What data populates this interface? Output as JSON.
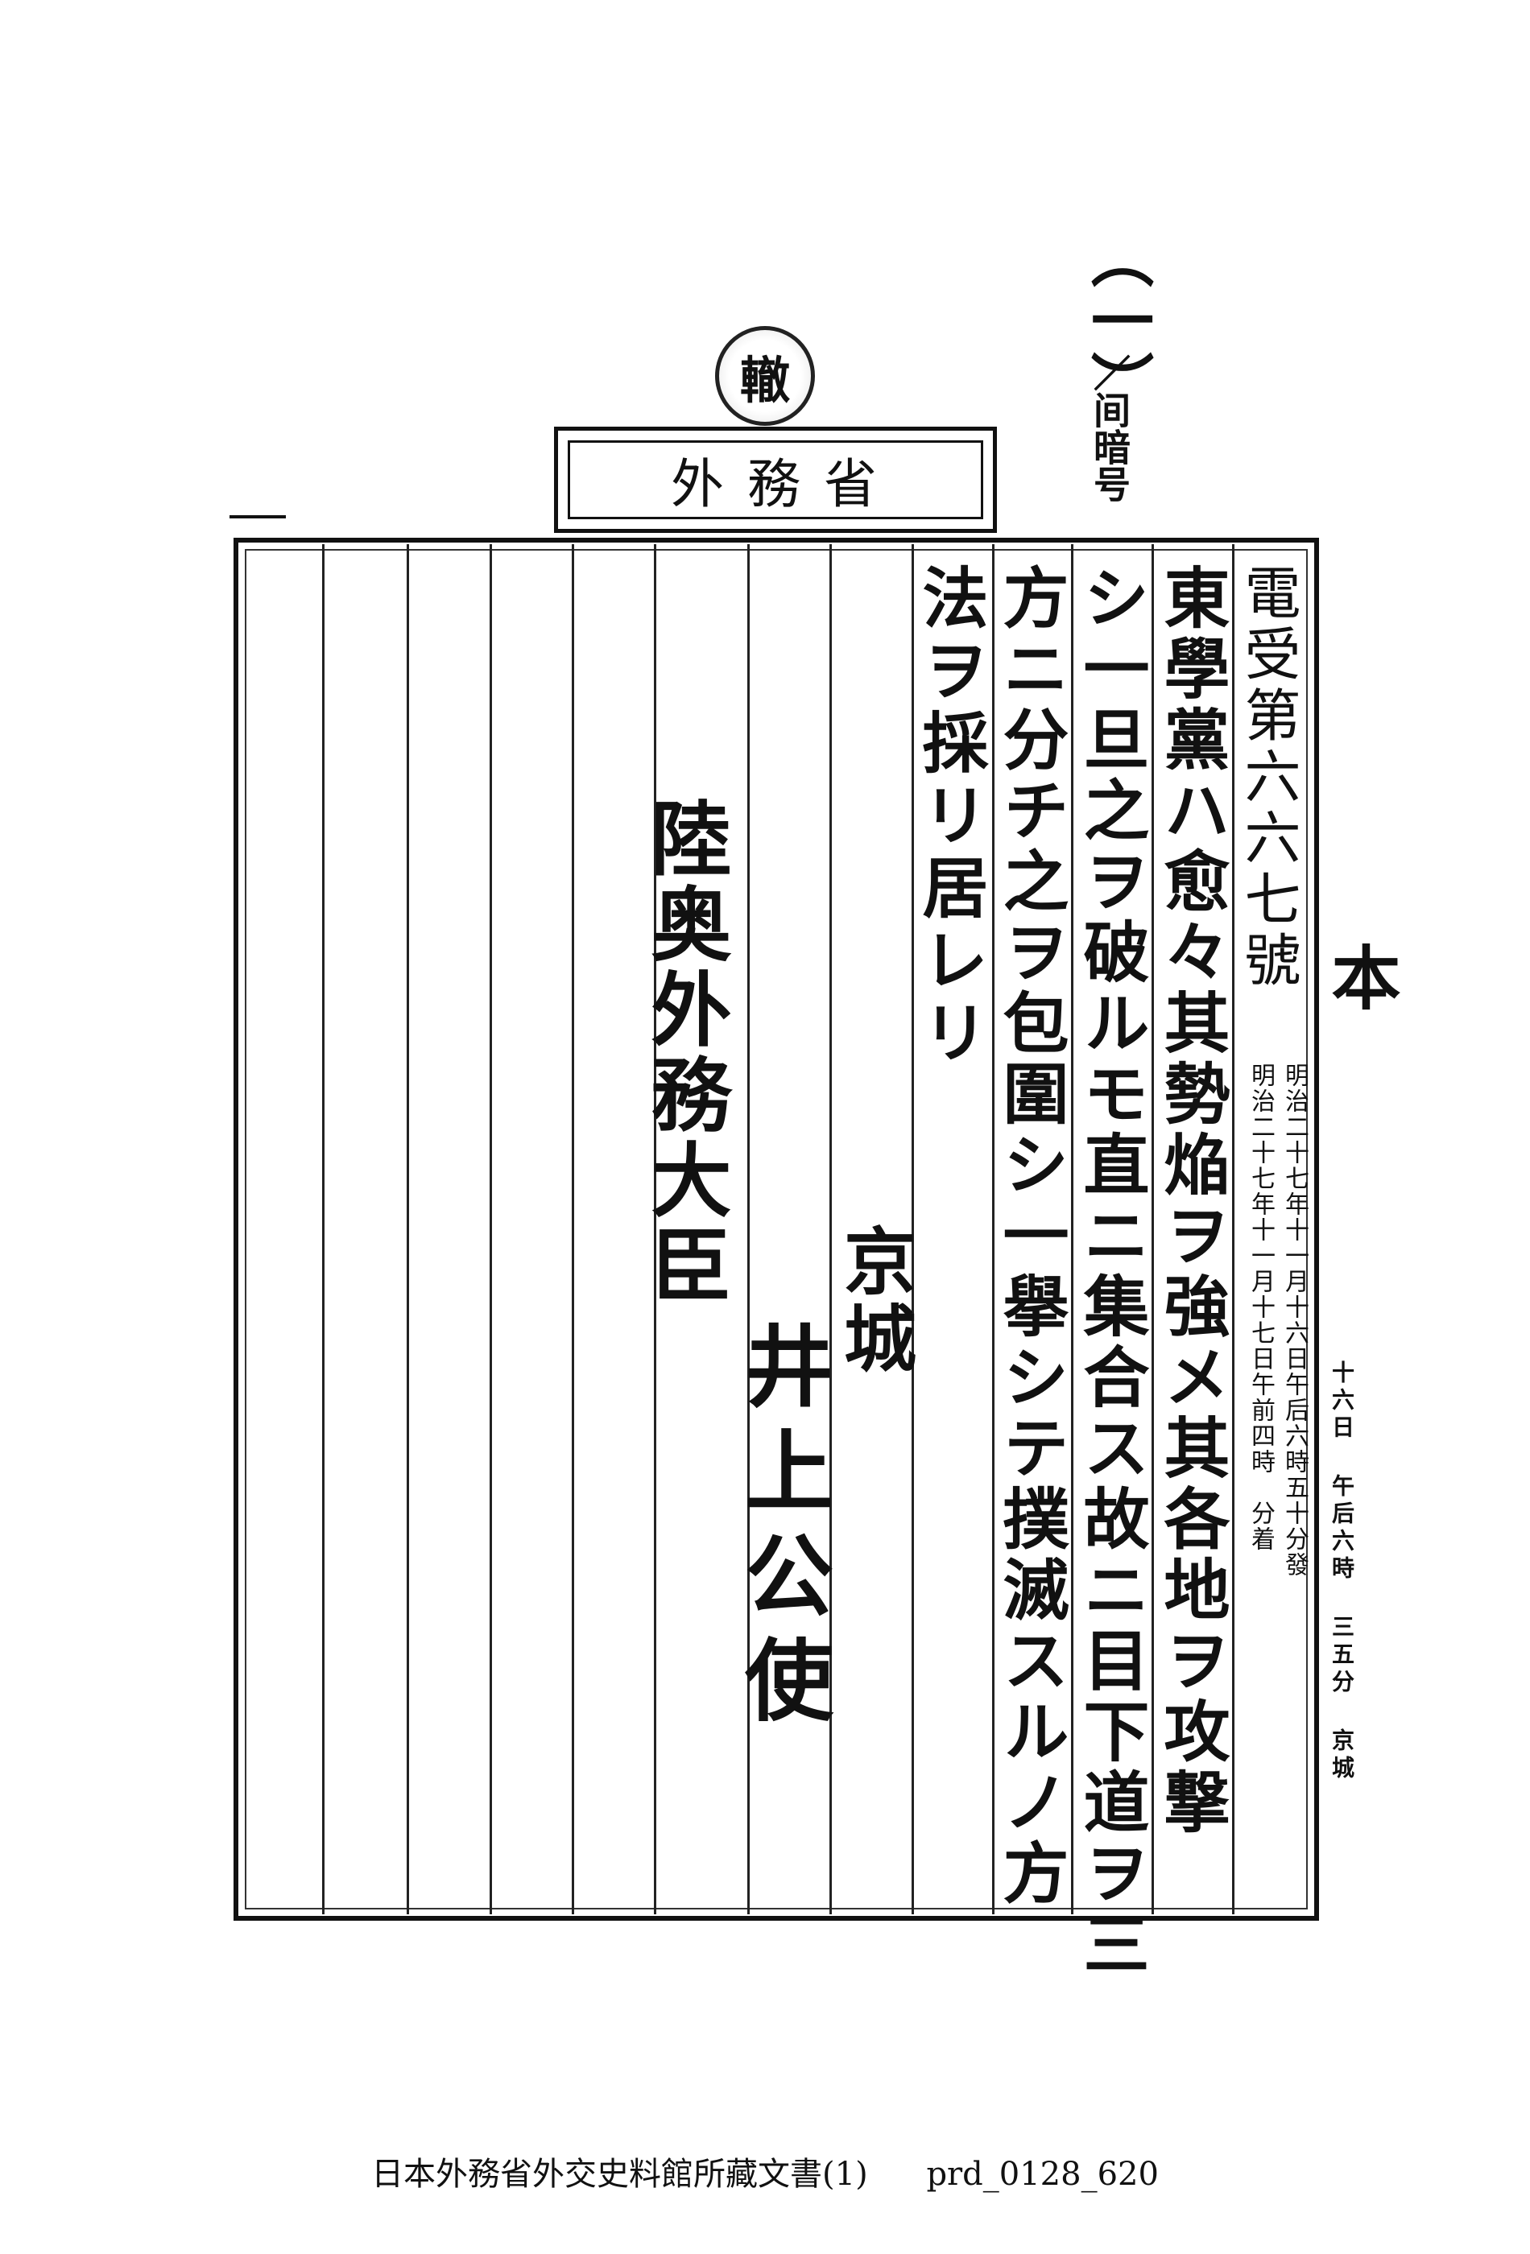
{
  "bracket_note": "（一）",
  "bracket_note_sub": "／间暗号",
  "seal": {
    "text": "轍"
  },
  "header": {
    "org_name": "外 務 省"
  },
  "telegram": {
    "number_line": "電受第六六七號",
    "sent_line": "明治二十七年十一月十六日午后六時五十分發",
    "recv_line": "明治二十七年十一月十七日午前四時　分着",
    "margin_note": "十六日 午后六時 三五分 京城",
    "body_lines": [
      "東學黨ハ愈々其勢焔ヲ強メ其各地ヲ攻撃",
      "シ一旦之ヲ破ルモ直ニ集合ス故ニ目下道ヲ三",
      "方ニ分チ之ヲ包圍シ一擧シテ撲滅スルノ方",
      "法ヲ採リ居レリ"
    ],
    "recipient": "陸奥外務大臣",
    "origin": "京城",
    "sender": "井上公使",
    "corner_mark": "本"
  },
  "footer": {
    "source": "日本外務省外交史料館所藏文書(1)",
    "doc_id": "prd_0128_620"
  }
}
